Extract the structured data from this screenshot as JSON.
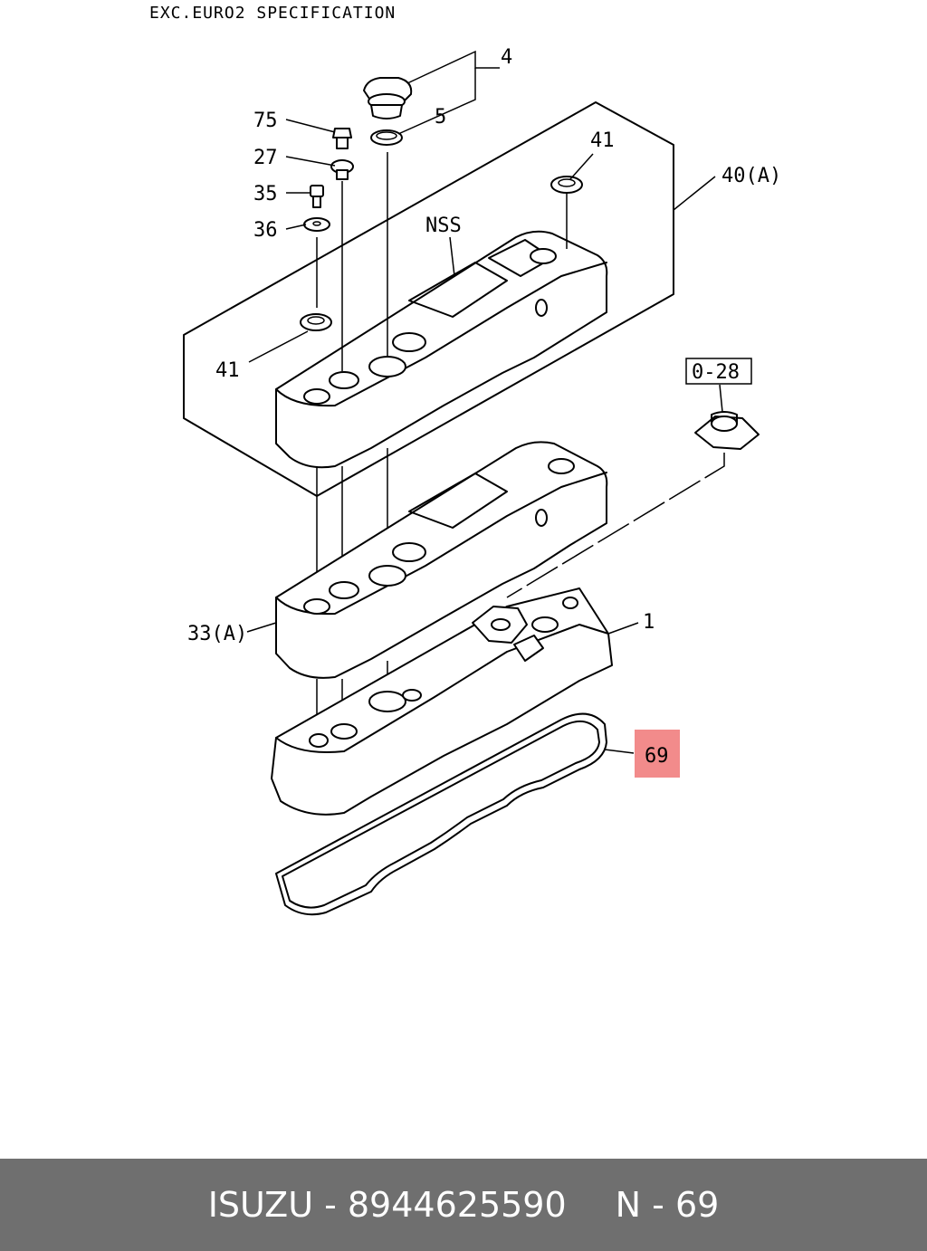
{
  "header": {
    "note": "EXC.EURO2 SPECIFICATION"
  },
  "callouts": {
    "c4": "4",
    "c5": "5",
    "c75": "75",
    "c27": "27",
    "c35": "35",
    "c36": "36",
    "c41_top": "41",
    "c40a": "40(A)",
    "cnss": "NSS",
    "c41_left": "41",
    "c028": "0-28",
    "c33a": "33(A)",
    "c1": "1",
    "c69": "69"
  },
  "highlight_color": "#f28b8b",
  "footer": {
    "brand": "ISUZU - 8944625590",
    "ref": "N - 69"
  }
}
